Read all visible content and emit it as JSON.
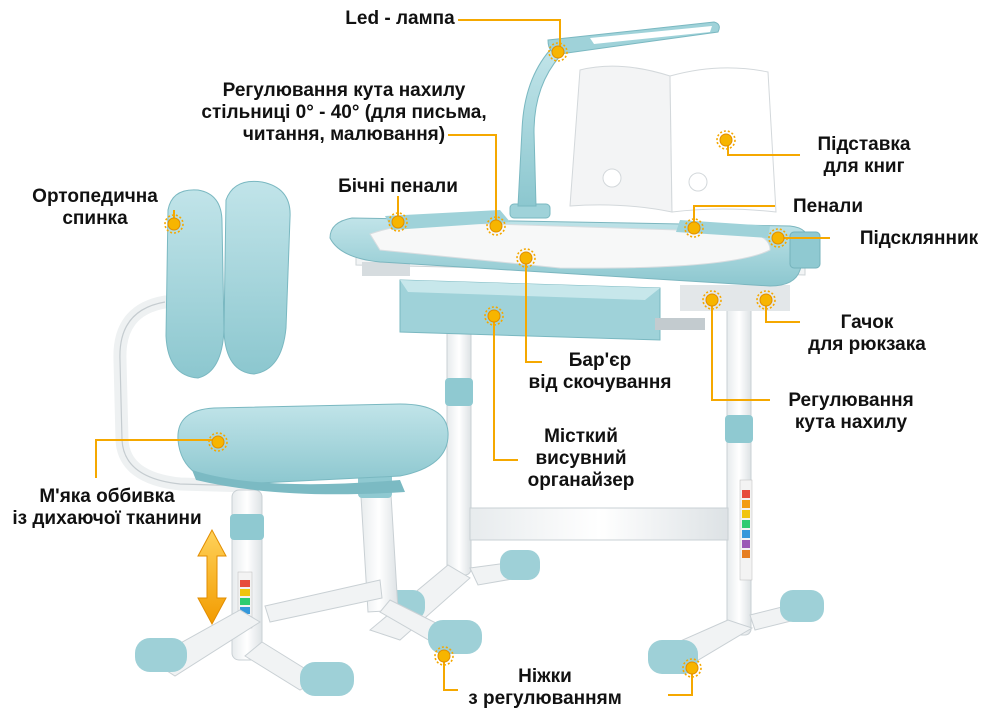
{
  "colors": {
    "accent": "#f5a800",
    "upholstery": "#a9d8de",
    "upholstery_dark": "#84c3cc",
    "frame": "#f4f6f7",
    "text": "#111111"
  },
  "labels": {
    "led_lamp": [
      "Led - лампа"
    ],
    "tilt_angle": [
      "Регулювання кута нахилу",
      "стільниці 0° - 40° (для письма,",
      "читання, малювання)"
    ],
    "side_pencils": [
      "Бічні пенали"
    ],
    "book_stand": [
      "Підставка",
      "для книг"
    ],
    "pencil_cases": [
      "Пенали"
    ],
    "cup_holder": [
      "Підсклянник"
    ],
    "ortho_back": [
      "Ортопедична",
      "спинка"
    ],
    "bag_hook": [
      "Гачок",
      "для рюкзака"
    ],
    "roll_barrier": [
      "Бар'єр",
      "від скочування"
    ],
    "tilt_adjust": [
      "Регулювання",
      "кута нахилу"
    ],
    "organizer": [
      "Місткий",
      "висувний",
      "органайзер"
    ],
    "upholstery_text": [
      "М'яка оббивка",
      "із дихаючої тканини"
    ],
    "adjustable_legs": [
      "Ніжки",
      "з регулюванням"
    ]
  },
  "icons": {
    "marker": "sun-marker-icon",
    "height_arrow": "double-arrow-vertical-icon"
  }
}
